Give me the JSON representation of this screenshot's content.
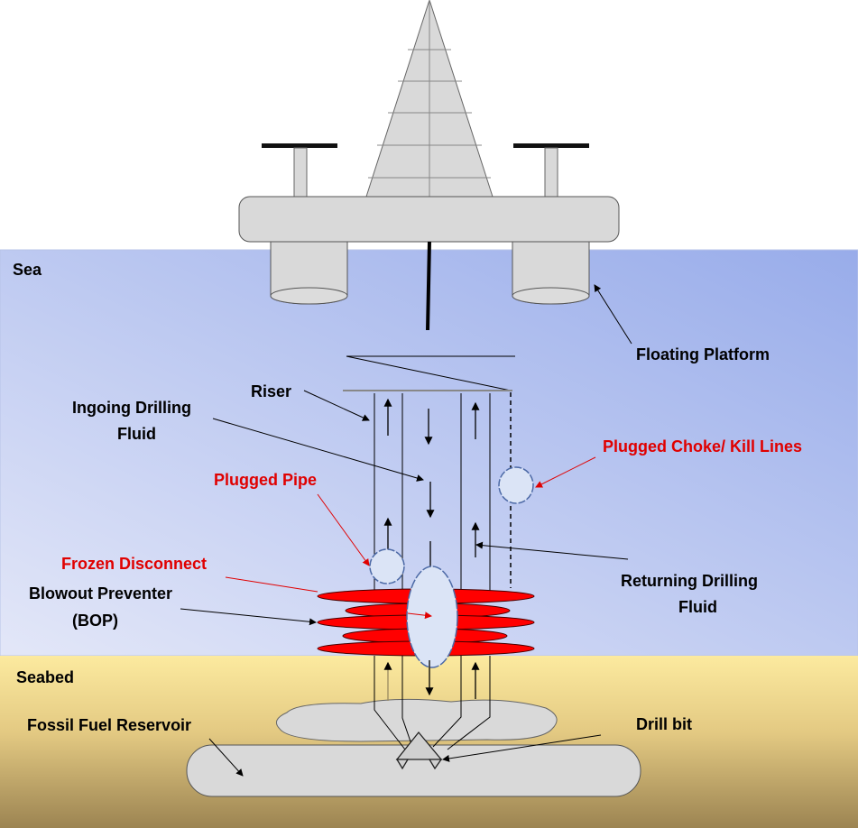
{
  "labels": {
    "sea": "Sea",
    "seabed": "Seabed",
    "floating_platform": "Floating Platform",
    "riser": "Riser",
    "ingoing_line1": "Ingoing Drilling",
    "ingoing_line2": "Fluid",
    "plugged_choke": "Plugged Choke/ Kill Lines",
    "plugged_pipe": "Plugged Pipe",
    "frozen_disconnect": "Frozen Disconnect",
    "bop_line1": "Blowout Preventer",
    "bop_line2": "(BOP)",
    "returning_line1": "Returning Drilling",
    "returning_line2": "Fluid",
    "reservoir": "Fossil Fuel Reservoir",
    "drill_bit": "Drill bit"
  },
  "colors": {
    "failure_label": "#e00000",
    "bop": "#ff0000",
    "sea_light": "#dde3f7",
    "sea_dark": "#9fb2e8",
    "seabed_top": "#fbe8a0",
    "seabed_bottom": "#9c8452",
    "equipment": "#d9d9d9"
  }
}
